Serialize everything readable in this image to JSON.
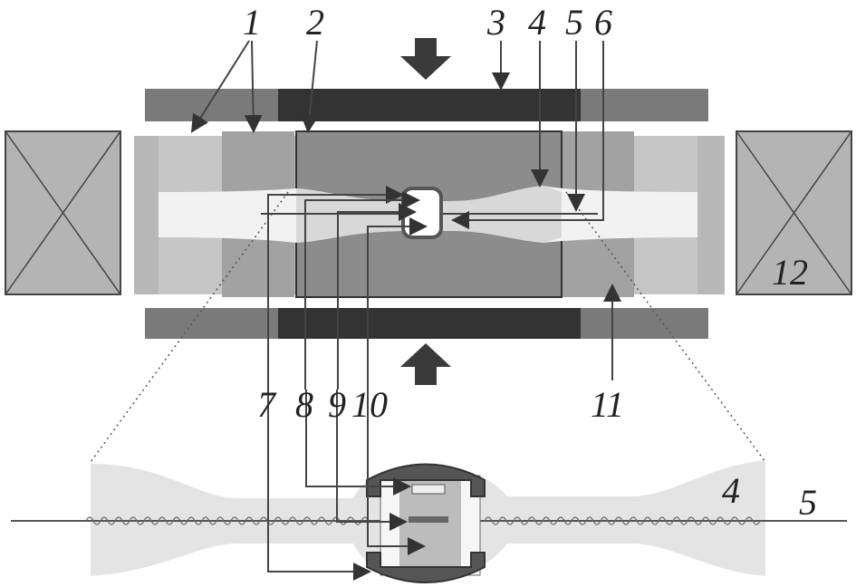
{
  "labels": {
    "l1": "1",
    "l2": "2",
    "l3": "3",
    "l4": "4",
    "l5": "5",
    "l6": "6",
    "l7": "7",
    "l8": "8",
    "l9": "9",
    "l10": "10",
    "l11": "11",
    "l12": "12",
    "detail_l4": "4",
    "detail_l5": "5"
  },
  "colors": {
    "dark": "#3a3a3a",
    "mid": "#8a8a8a",
    "light": "#b4b4b4",
    "pale": "#e4e4e4"
  }
}
